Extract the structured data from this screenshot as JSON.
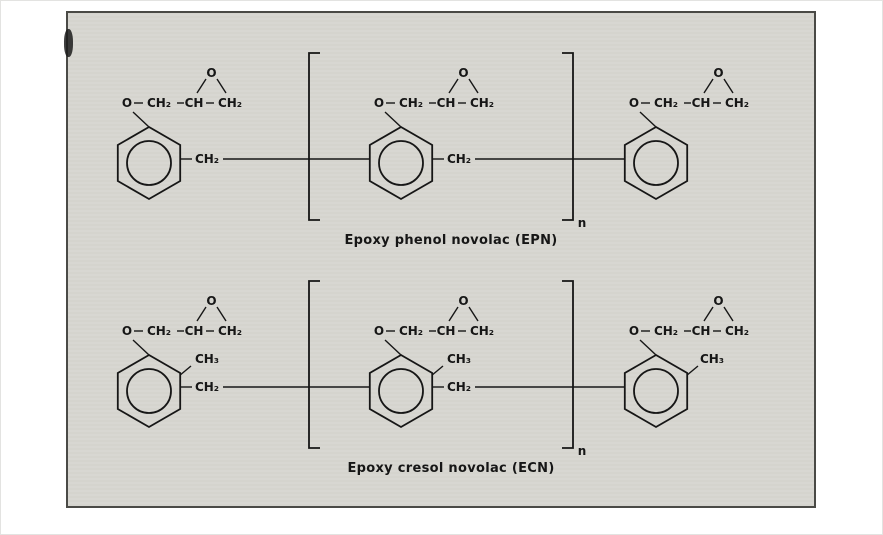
{
  "figure": {
    "panel_background": "#d8d7d1",
    "ink": "#161616",
    "epn": {
      "caption": "Epoxy phenol novolac (EPN)",
      "repeat_subscript": "n"
    },
    "ecn": {
      "caption": "Epoxy cresol novolac (ECN)",
      "repeat_subscript": "n"
    },
    "atoms": {
      "oxygen": "O",
      "methylene": "CH₂",
      "methine": "CH",
      "methyl": "CH₃"
    }
  }
}
